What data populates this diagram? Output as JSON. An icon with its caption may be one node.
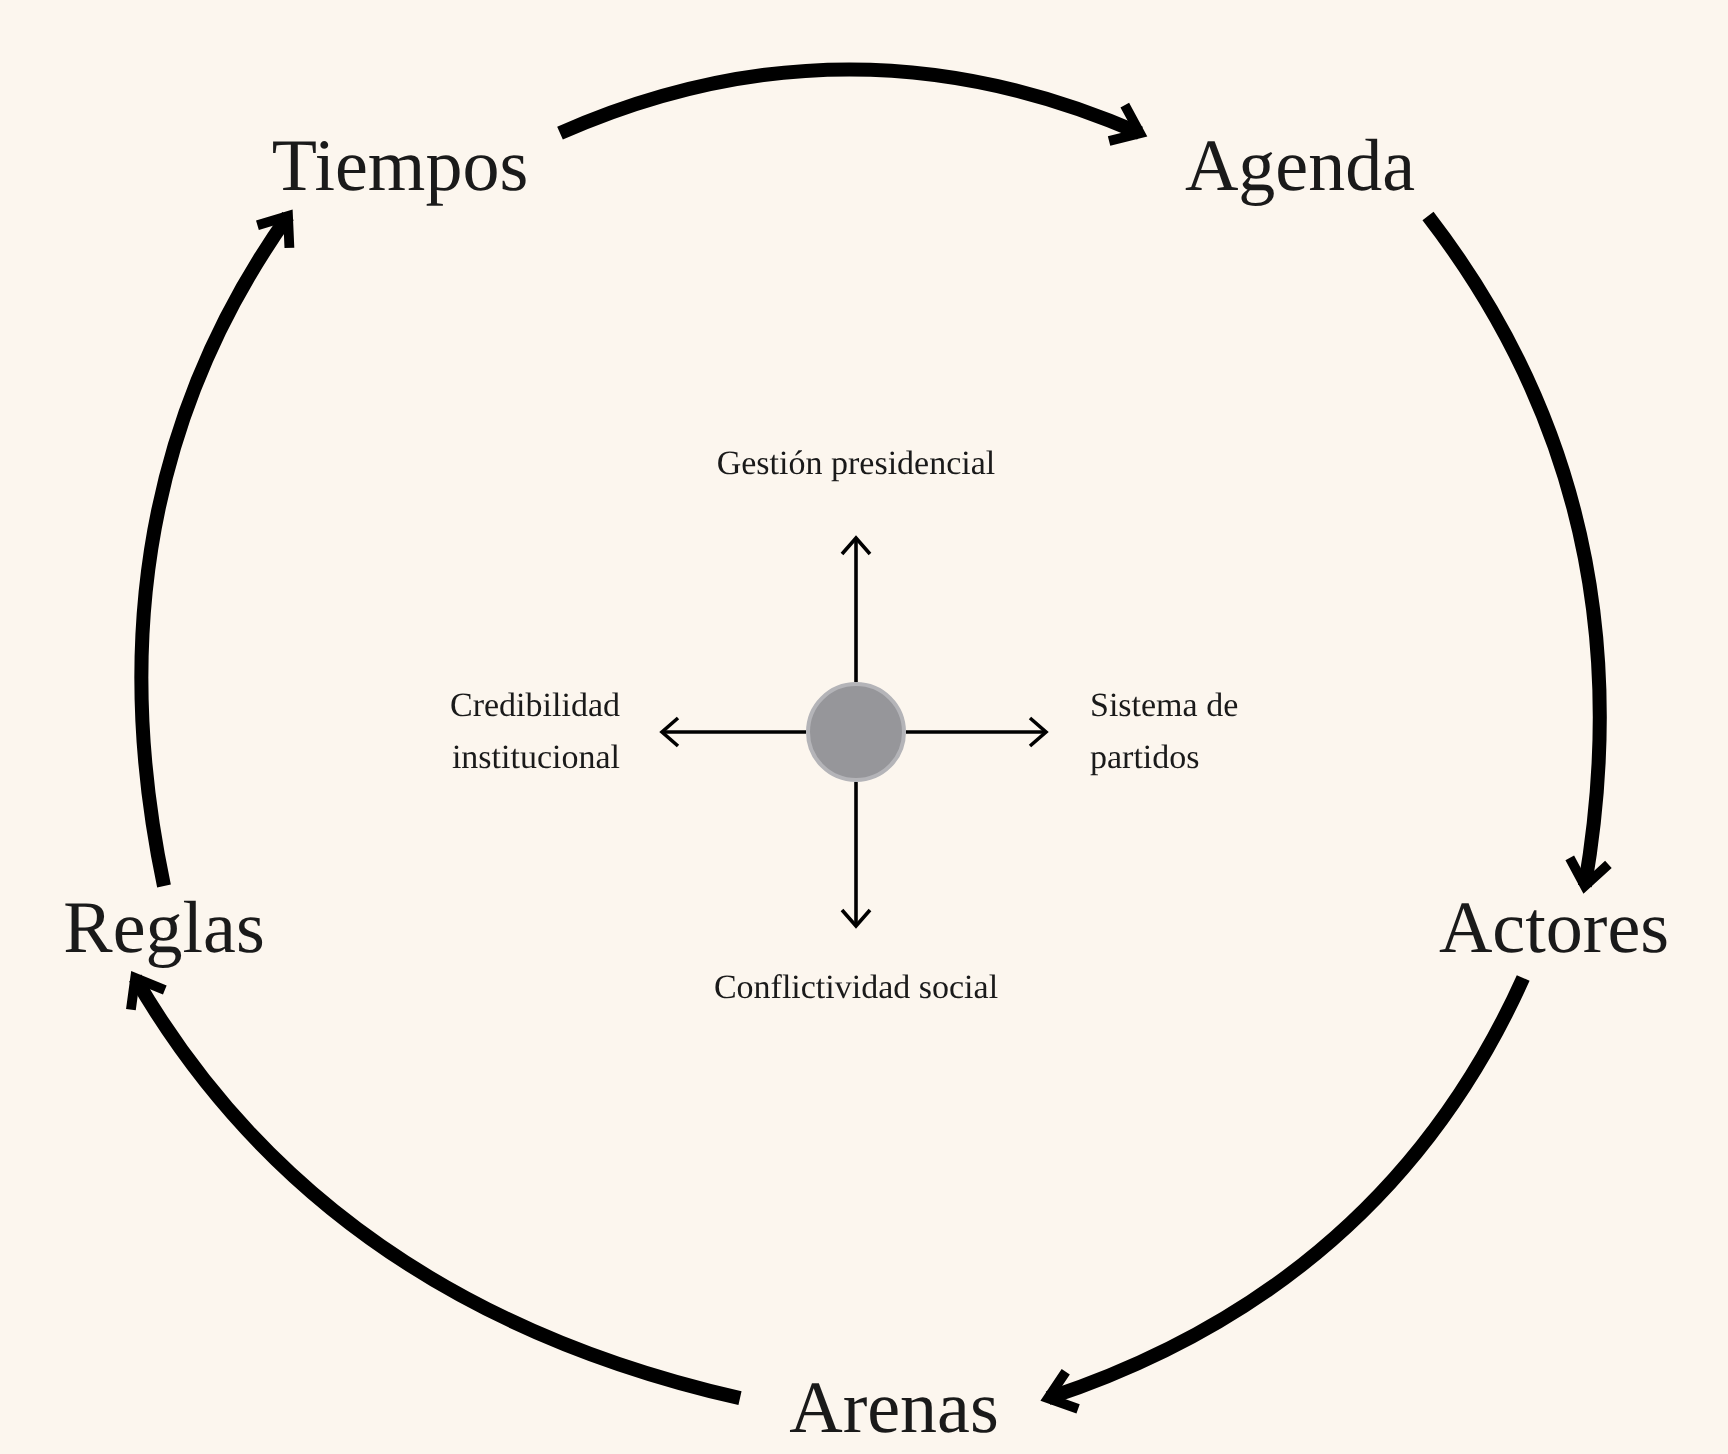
{
  "diagram": {
    "nodes": [
      {
        "text": [
          "Tiempos"
        ]
      },
      {
        "text": [
          "Agenda"
        ]
      },
      {
        "text": [
          "Actores"
        ]
      },
      {
        "text": [
          "Arenas"
        ]
      },
      {
        "text": [
          "Reglas"
        ]
      },
      {
        "text": [],
        "shape": "circle"
      },
      {
        "text": [
          "Gestión presidencial"
        ]
      },
      {
        "text": [
          "Sistema de partidos"
        ]
      },
      {
        "text": [
          "Conflictividad social"
        ]
      },
      {
        "text": [
          "Credibilidad institucional"
        ]
      }
    ],
    "edges": [
      {
        "from": 0,
        "to": 1,
        "arrow": "to"
      },
      {
        "from": 1,
        "to": 2,
        "arrow": "to"
      },
      {
        "from": 2,
        "to": 3,
        "arrow": "to"
      },
      {
        "from": 3,
        "to": 4,
        "arrow": "to"
      },
      {
        "from": 4,
        "to": 0,
        "arrow": "to"
      },
      {
        "from": 5,
        "to": 6,
        "arrow": "to"
      },
      {
        "from": 5,
        "to": 7,
        "arrow": "to"
      },
      {
        "from": 5,
        "to": 8,
        "arrow": "to"
      },
      {
        "from": 5,
        "to": 9,
        "arrow": "to"
      }
    ]
  }
}
